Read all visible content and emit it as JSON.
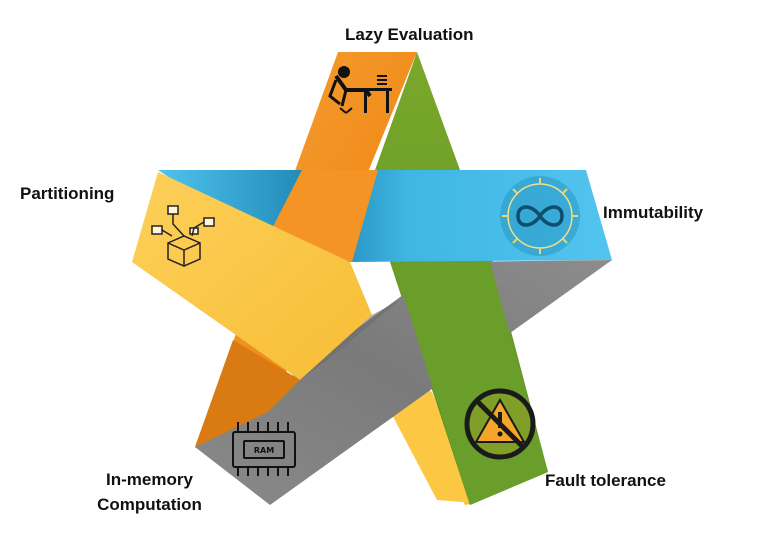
{
  "diagram": {
    "features": [
      {
        "key": "lazy",
        "label": "Lazy Evaluation",
        "icon": "person-relaxing-at-desk-icon",
        "color": "#f5921e"
      },
      {
        "key": "immutability",
        "label": "Immutability",
        "icon": "infinity-icon",
        "color": "#4bbfe8"
      },
      {
        "key": "partitioning",
        "label": "Partitioning",
        "icon": "box-network-icon",
        "color": "#fdc94c"
      },
      {
        "key": "fault",
        "label": "Fault tolerance",
        "icon": "no-warning-icon",
        "color": "#6a9e2a"
      },
      {
        "key": "memory",
        "label": "In-memory\nComputation",
        "icon": "ram-chip-icon",
        "color": "#808080"
      }
    ],
    "icon_text": {
      "ram": "RAM"
    }
  }
}
